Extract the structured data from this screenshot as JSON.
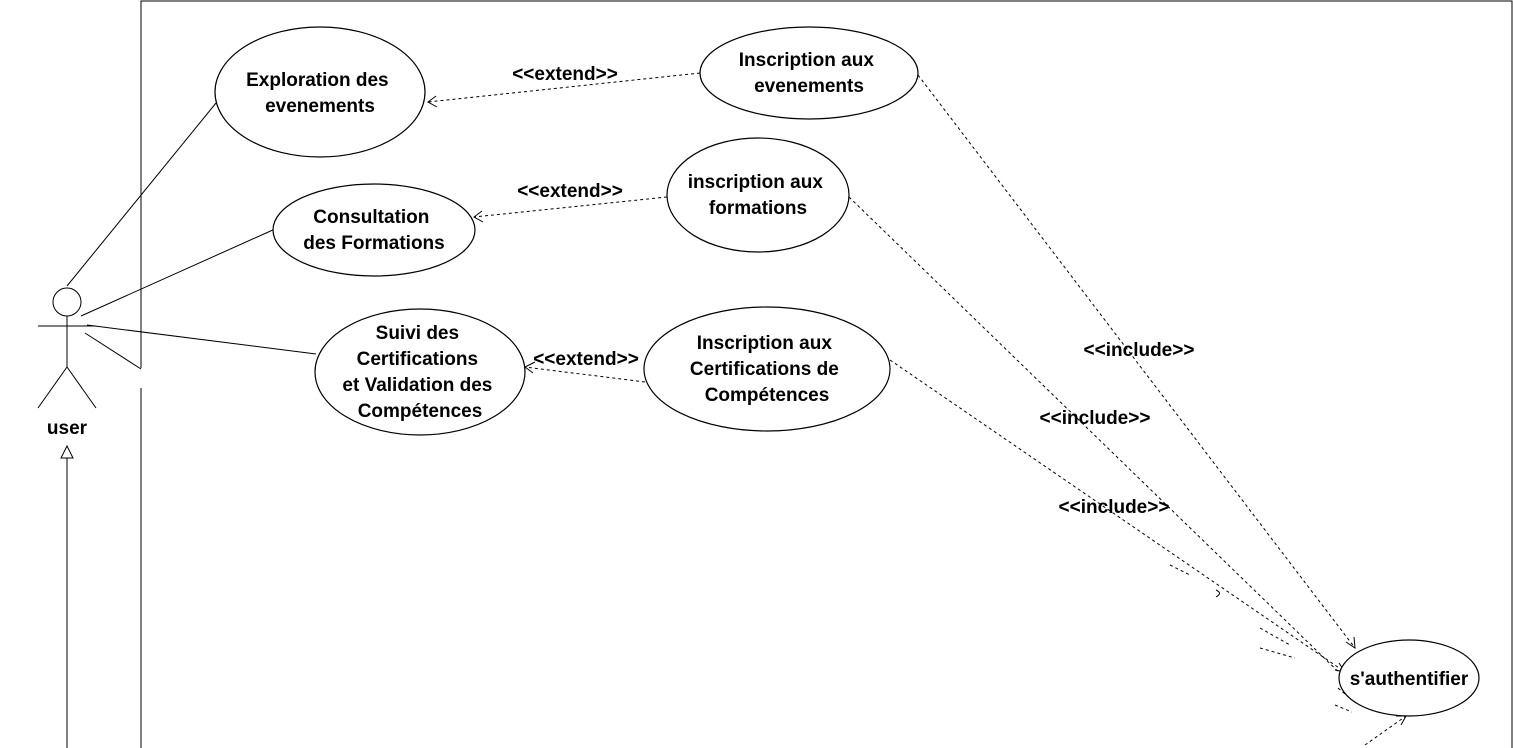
{
  "actor": {
    "label": "user"
  },
  "use_cases": {
    "exploration": [
      "Exploration des",
      "evenements"
    ],
    "inscription_evenements": [
      "Inscription aux",
      "evenements"
    ],
    "consultation": [
      "Consultation",
      "des Formations"
    ],
    "inscription_formations": [
      "inscription aux",
      "formations"
    ],
    "suivi": [
      "Suivi des",
      "Certifications",
      "et Validation des",
      "Compétences"
    ],
    "inscription_certifications": [
      "Inscription aux",
      "Certifications de",
      "Compétences"
    ],
    "authentifier": [
      "s'authentifier"
    ]
  },
  "relations": {
    "extend_1": "<<extend>>",
    "extend_2": "<<extend>>",
    "extend_3": "<<extend>>",
    "include_1": "<<include>>",
    "include_2": "<<include>>",
    "include_3": "<<include>>"
  },
  "colors": {
    "stroke": "#000000",
    "background": "#ffffff"
  }
}
